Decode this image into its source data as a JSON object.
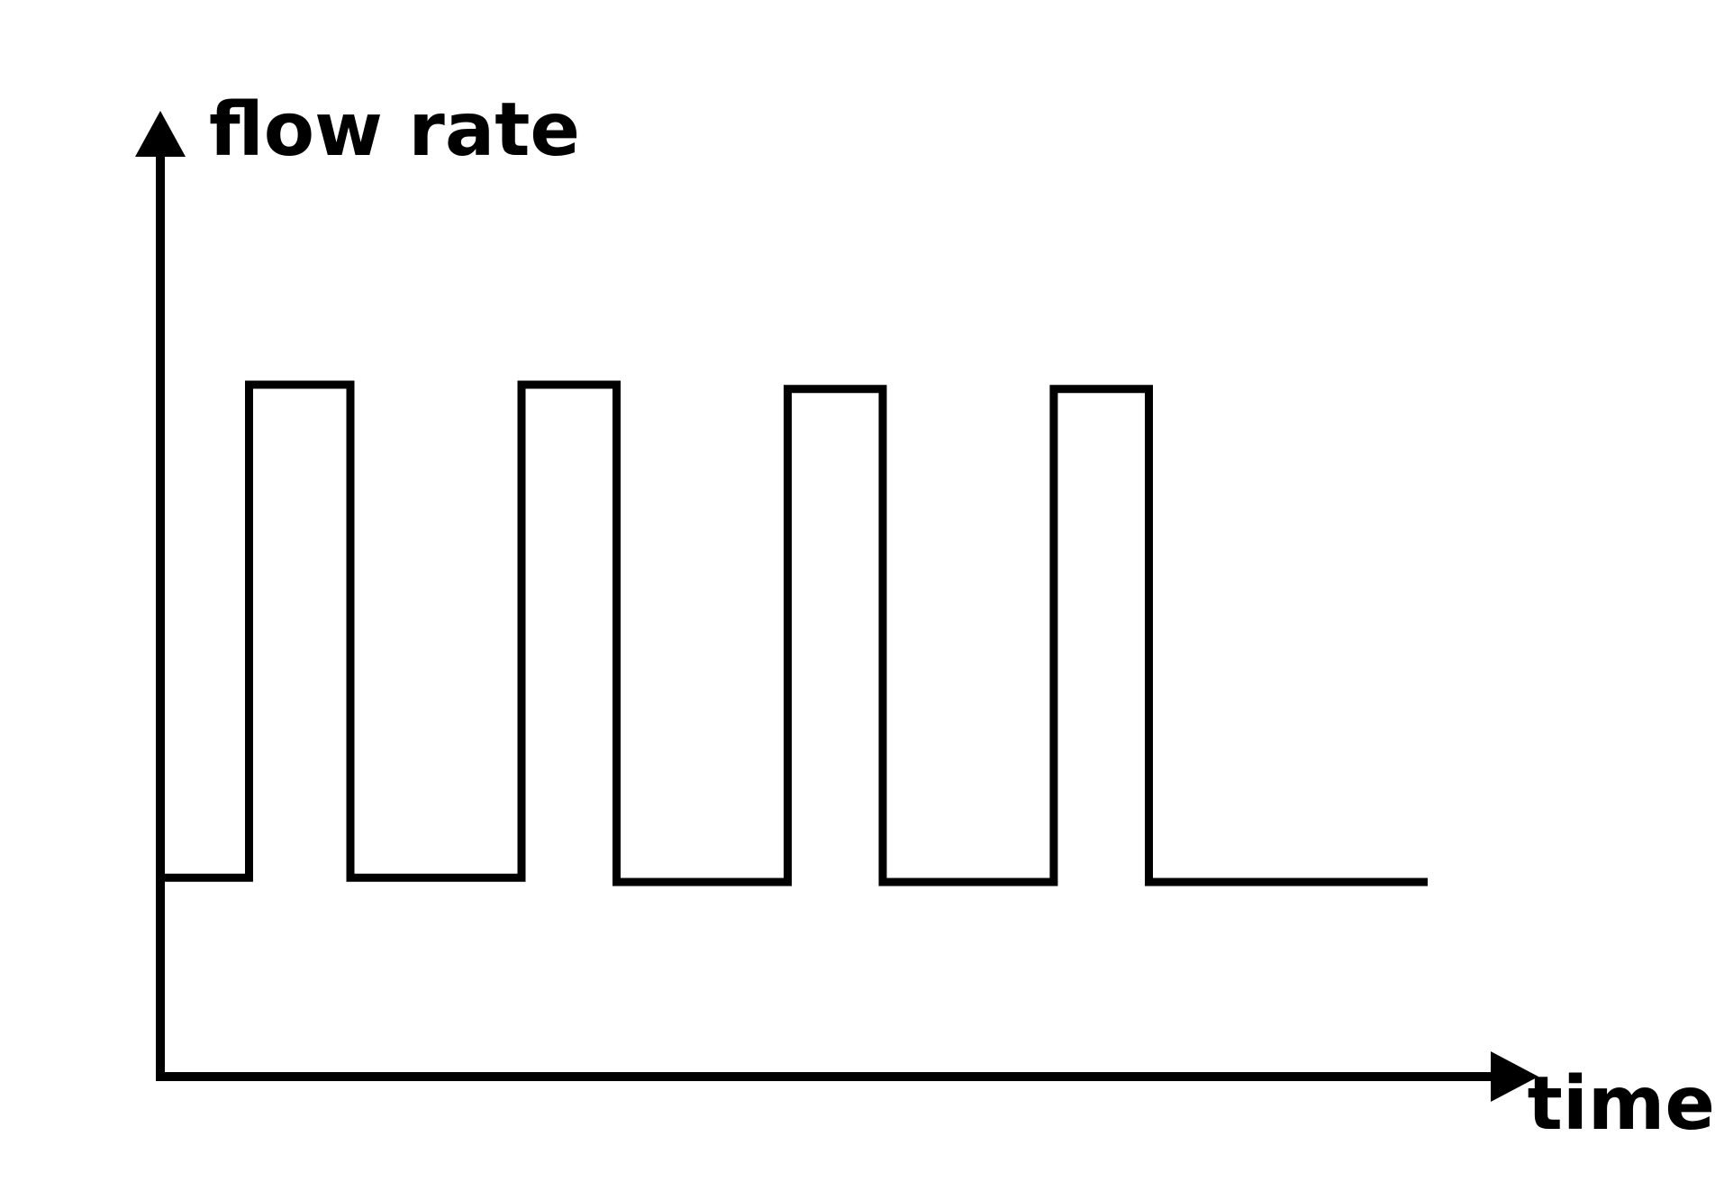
{
  "chart_data": {
    "type": "line",
    "step": true,
    "ylabel": "flow rate",
    "xlabel": "time",
    "ticks": false,
    "grid": false,
    "legend": null,
    "line_color": "#000000",
    "xlim": [
      0,
      100
    ],
    "ylim": [
      0,
      100
    ],
    "x": [
      0,
      7,
      7,
      15,
      15,
      28.5,
      28.5,
      36,
      36,
      49.5,
      49.5,
      57,
      57,
      70.5,
      70.5,
      78,
      78,
      100
    ],
    "series": [
      {
        "values": [
          23,
          23,
          80,
          80,
          23,
          23,
          80,
          80,
          22.5,
          22.5,
          79.5,
          79.5,
          22.5,
          22.5,
          79.5,
          79.5,
          22.5,
          22.5
        ]
      }
    ]
  }
}
